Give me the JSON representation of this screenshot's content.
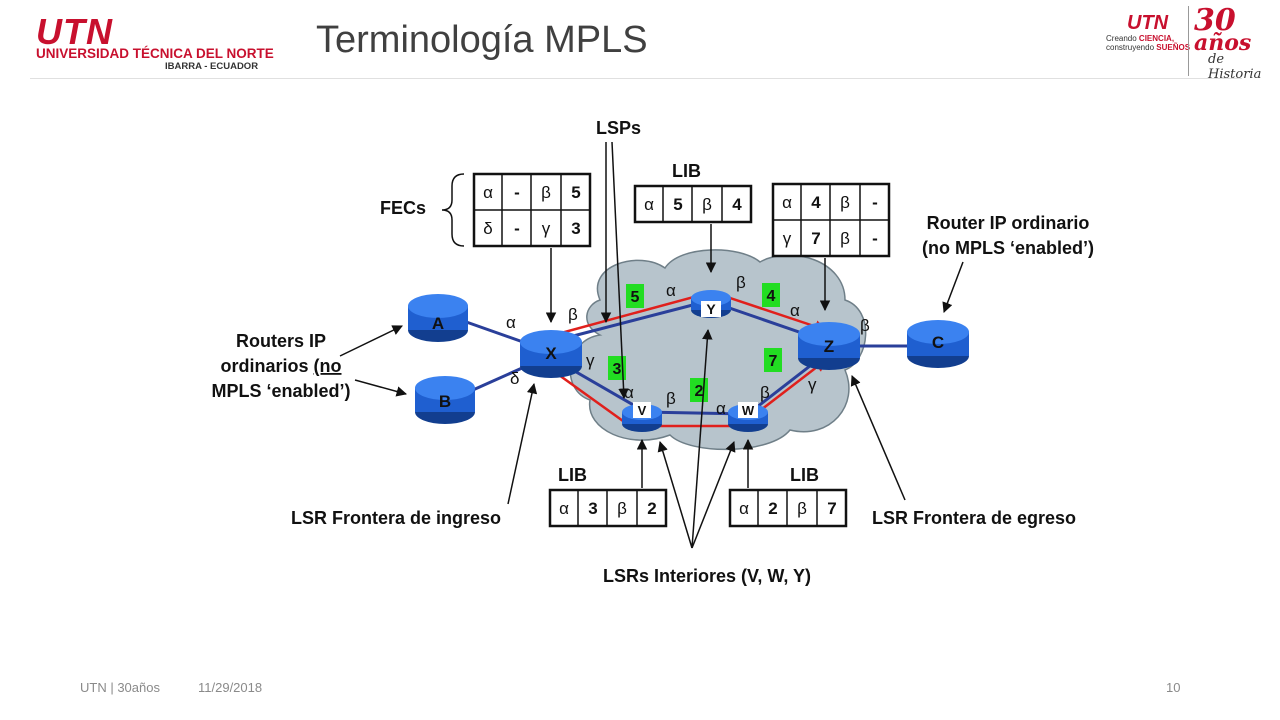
{
  "header": {
    "title": "Terminología MPLS",
    "logo_left": {
      "brand": "UTN",
      "line1": "UNIVERSIDAD TÉCNICA DEL NORTE",
      "line2": "IBARRA - ECUADOR"
    },
    "logo_right": {
      "brand": "UTN",
      "tag1": "Creando ",
      "tag1_b": "CIENCIA,",
      "tag2": "construyendo ",
      "tag2_b": "SUEÑOS",
      "anniv_num": "30",
      "anniv_word": "años",
      "anniv_sub": "de Historia"
    }
  },
  "diagram": {
    "labels": {
      "lsps": "LSPs",
      "fecs": "FECs",
      "lib_y": "LIB",
      "lib_v": "LIB",
      "lib_w": "LIB",
      "router_ip_1": "Router IP ordinario",
      "router_ip_2": "(no MPLS ‘enabled’)",
      "routers_ip_1": "Routers IP",
      "routers_ip_2a": "ordinarios ",
      "routers_ip_2b": "(no",
      "routers_ip_3": "MPLS ‘enabled’)",
      "lsr_ingreso": "LSR Frontera de ingreso",
      "lsr_egreso": "LSR Frontera de egreso",
      "lsr_interiores": "LSRs Interiores (V, W, Y)"
    },
    "routers": {
      "A": "A",
      "B": "B",
      "C": "C",
      "X": "X",
      "Y": "Y",
      "Z": "Z",
      "V": "V",
      "W": "W"
    },
    "tables": {
      "fec": [
        [
          "α",
          "-",
          "β",
          "5"
        ],
        [
          "δ",
          "-",
          "γ",
          "3"
        ]
      ],
      "lib_y": [
        [
          "α",
          "5",
          "β",
          "4"
        ]
      ],
      "lib_z": [
        [
          "α",
          "4",
          "β",
          "-"
        ],
        [
          "γ",
          "7",
          "β",
          "-"
        ]
      ],
      "lib_v": [
        [
          "α",
          "3",
          "β",
          "2"
        ]
      ],
      "lib_w": [
        [
          "α",
          "2",
          "β",
          "7"
        ]
      ]
    },
    "green_labels": [
      "5",
      "4",
      "3",
      "2",
      "7"
    ],
    "ports": {
      "x_alpha": "α",
      "x_beta": "β",
      "x_gamma": "γ",
      "x_delta": "δ",
      "y_alpha": "α",
      "y_beta": "β",
      "z_alpha": "α",
      "z_beta": "β",
      "z_gamma": "γ",
      "v_alpha": "α",
      "v_beta": "β",
      "w_alpha": "α",
      "w_beta": "β"
    },
    "colors": {
      "lsp": "#e0201c",
      "link": "#2a3f9a",
      "router": "#1f5fd0",
      "cloud": "#b7c4cc",
      "green": "#22dd22"
    }
  },
  "footer": {
    "left": "UTN | 30años",
    "date": "11/29/2018",
    "page": "10"
  }
}
